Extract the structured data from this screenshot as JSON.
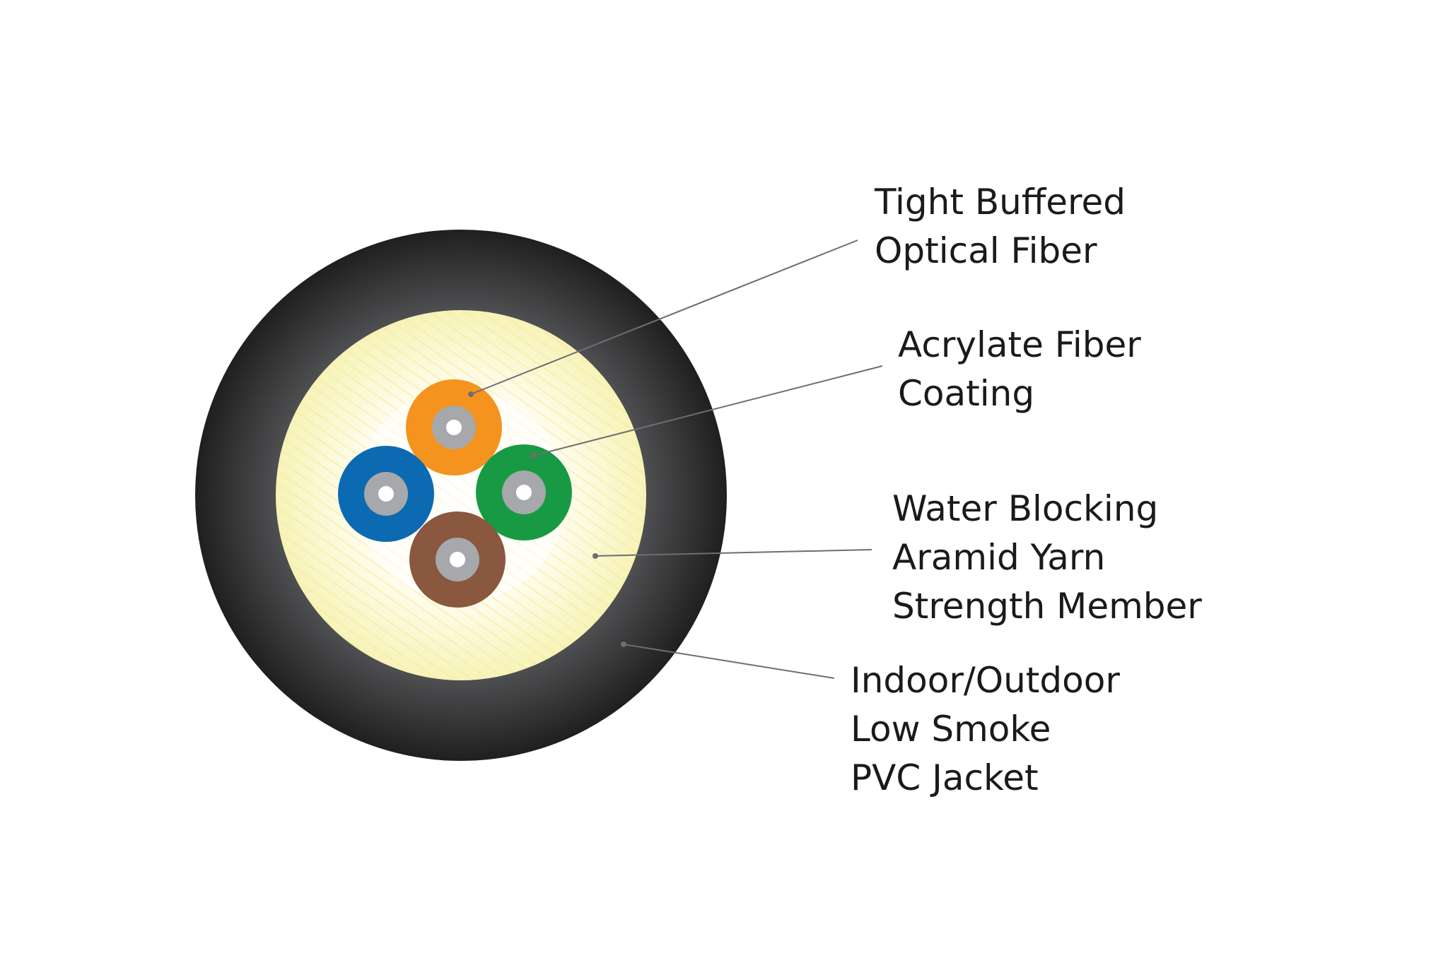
{
  "labels": {
    "tight_buffered_optical_fiber": [
      "Tight Buffered",
      "Optical Fiber"
    ],
    "acrylate_fiber_coating": [
      "Acrylate Fiber",
      "Coating"
    ],
    "water_blocking_aramid_yarn": [
      "Water Blocking",
      "Aramid Yarn",
      "Strength Member"
    ],
    "indoor_outdoor_jacket": [
      "Indoor/Outdoor",
      "Low Smoke",
      "PVC Jacket"
    ]
  },
  "colors": {
    "jacket": "#2b2b2b",
    "jacket_highlight": "#5a5b5d",
    "yarn": "#f7f3b8",
    "yarn_center": "#ffffff",
    "fiber_orange": "#f4931e",
    "fiber_green": "#189a45",
    "fiber_blue": "#0b6ab2",
    "fiber_brown": "#8a573f",
    "cladding": "#a6a8ab",
    "core": "#ffffff",
    "leader_line": "#6d6e70"
  },
  "fibers": [
    {
      "name": "orange",
      "color_key": "fiber_orange"
    },
    {
      "name": "green",
      "color_key": "fiber_green"
    },
    {
      "name": "blue",
      "color_key": "fiber_blue"
    },
    {
      "name": "brown",
      "color_key": "fiber_brown"
    }
  ]
}
